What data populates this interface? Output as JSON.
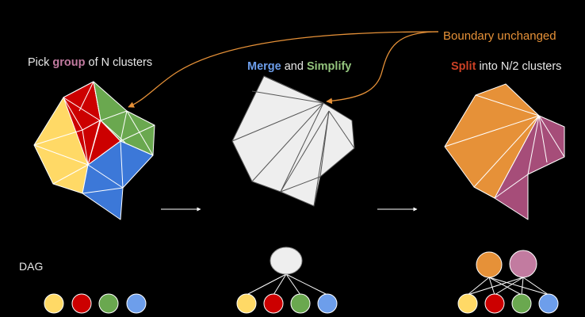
{
  "colors": {
    "background": "#000000",
    "text": "#e8e8e8",
    "yellow": "#ffd966",
    "red": "#cc0000",
    "green": "#6aa84f",
    "blue": "#3c78d8",
    "light_blue": "#6d9eeb",
    "gray": "#eeeeee",
    "orange": "#e69138",
    "pink": "#a64d79",
    "light_pink": "#c27ba0",
    "group_label": "#c27ba0",
    "merge_label": "#6d9eeb",
    "simplify_label": "#93c47d",
    "split_label": "#cc4125",
    "annotation": "#e69138"
  },
  "annotation": {
    "label": "Boundary unchanged"
  },
  "step1": {
    "prefix": "Pick ",
    "highlight": "group",
    "suffix": " of N clusters"
  },
  "step2": {
    "merge": "Merge",
    "and": " and ",
    "simplify": "Simplify"
  },
  "step3": {
    "split": "Split",
    "suffix": " into N/2 clusters"
  },
  "dag": {
    "label": "DAG"
  }
}
